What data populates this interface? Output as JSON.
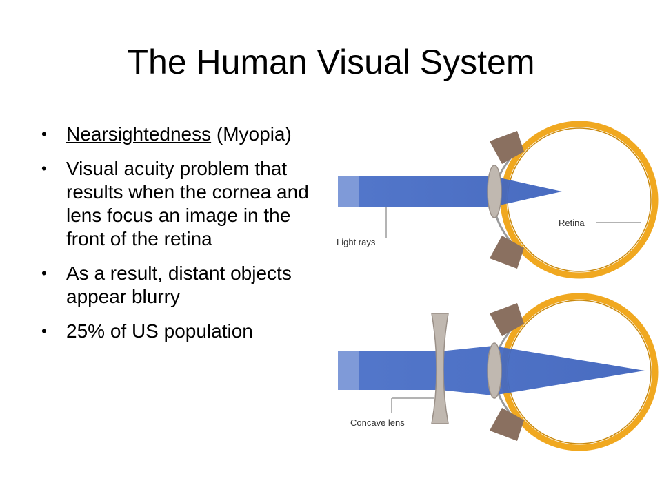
{
  "slide": {
    "title": "The Human Visual System",
    "bullets": [
      {
        "term": "Nearsightedness",
        "text": " (Myopia)"
      },
      {
        "text": "Visual acuity problem that results when the cornea and lens focus an image in the front of the retina"
      },
      {
        "text": "As a result, distant objects appear blurry"
      },
      {
        "text": "25% of US population"
      }
    ]
  },
  "diagram": {
    "labels": {
      "light_rays": "Light rays",
      "retina": "Retina",
      "concave_lens": "Concave lens"
    },
    "colors": {
      "sclera": "#f0a820",
      "rays": "#4a70c8",
      "lens": "#c0b8b0",
      "muscle": "#8a7060"
    }
  }
}
